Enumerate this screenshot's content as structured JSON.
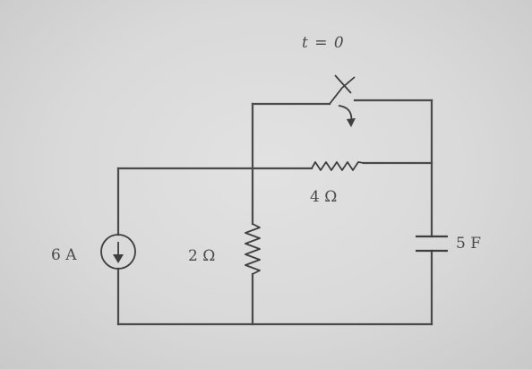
{
  "circuit": {
    "switch_label": "t = 0",
    "resistor_top_label": "4 Ω",
    "resistor_mid_label": "2 Ω",
    "source_label": "6 A",
    "capacitor_label": "5 F"
  }
}
